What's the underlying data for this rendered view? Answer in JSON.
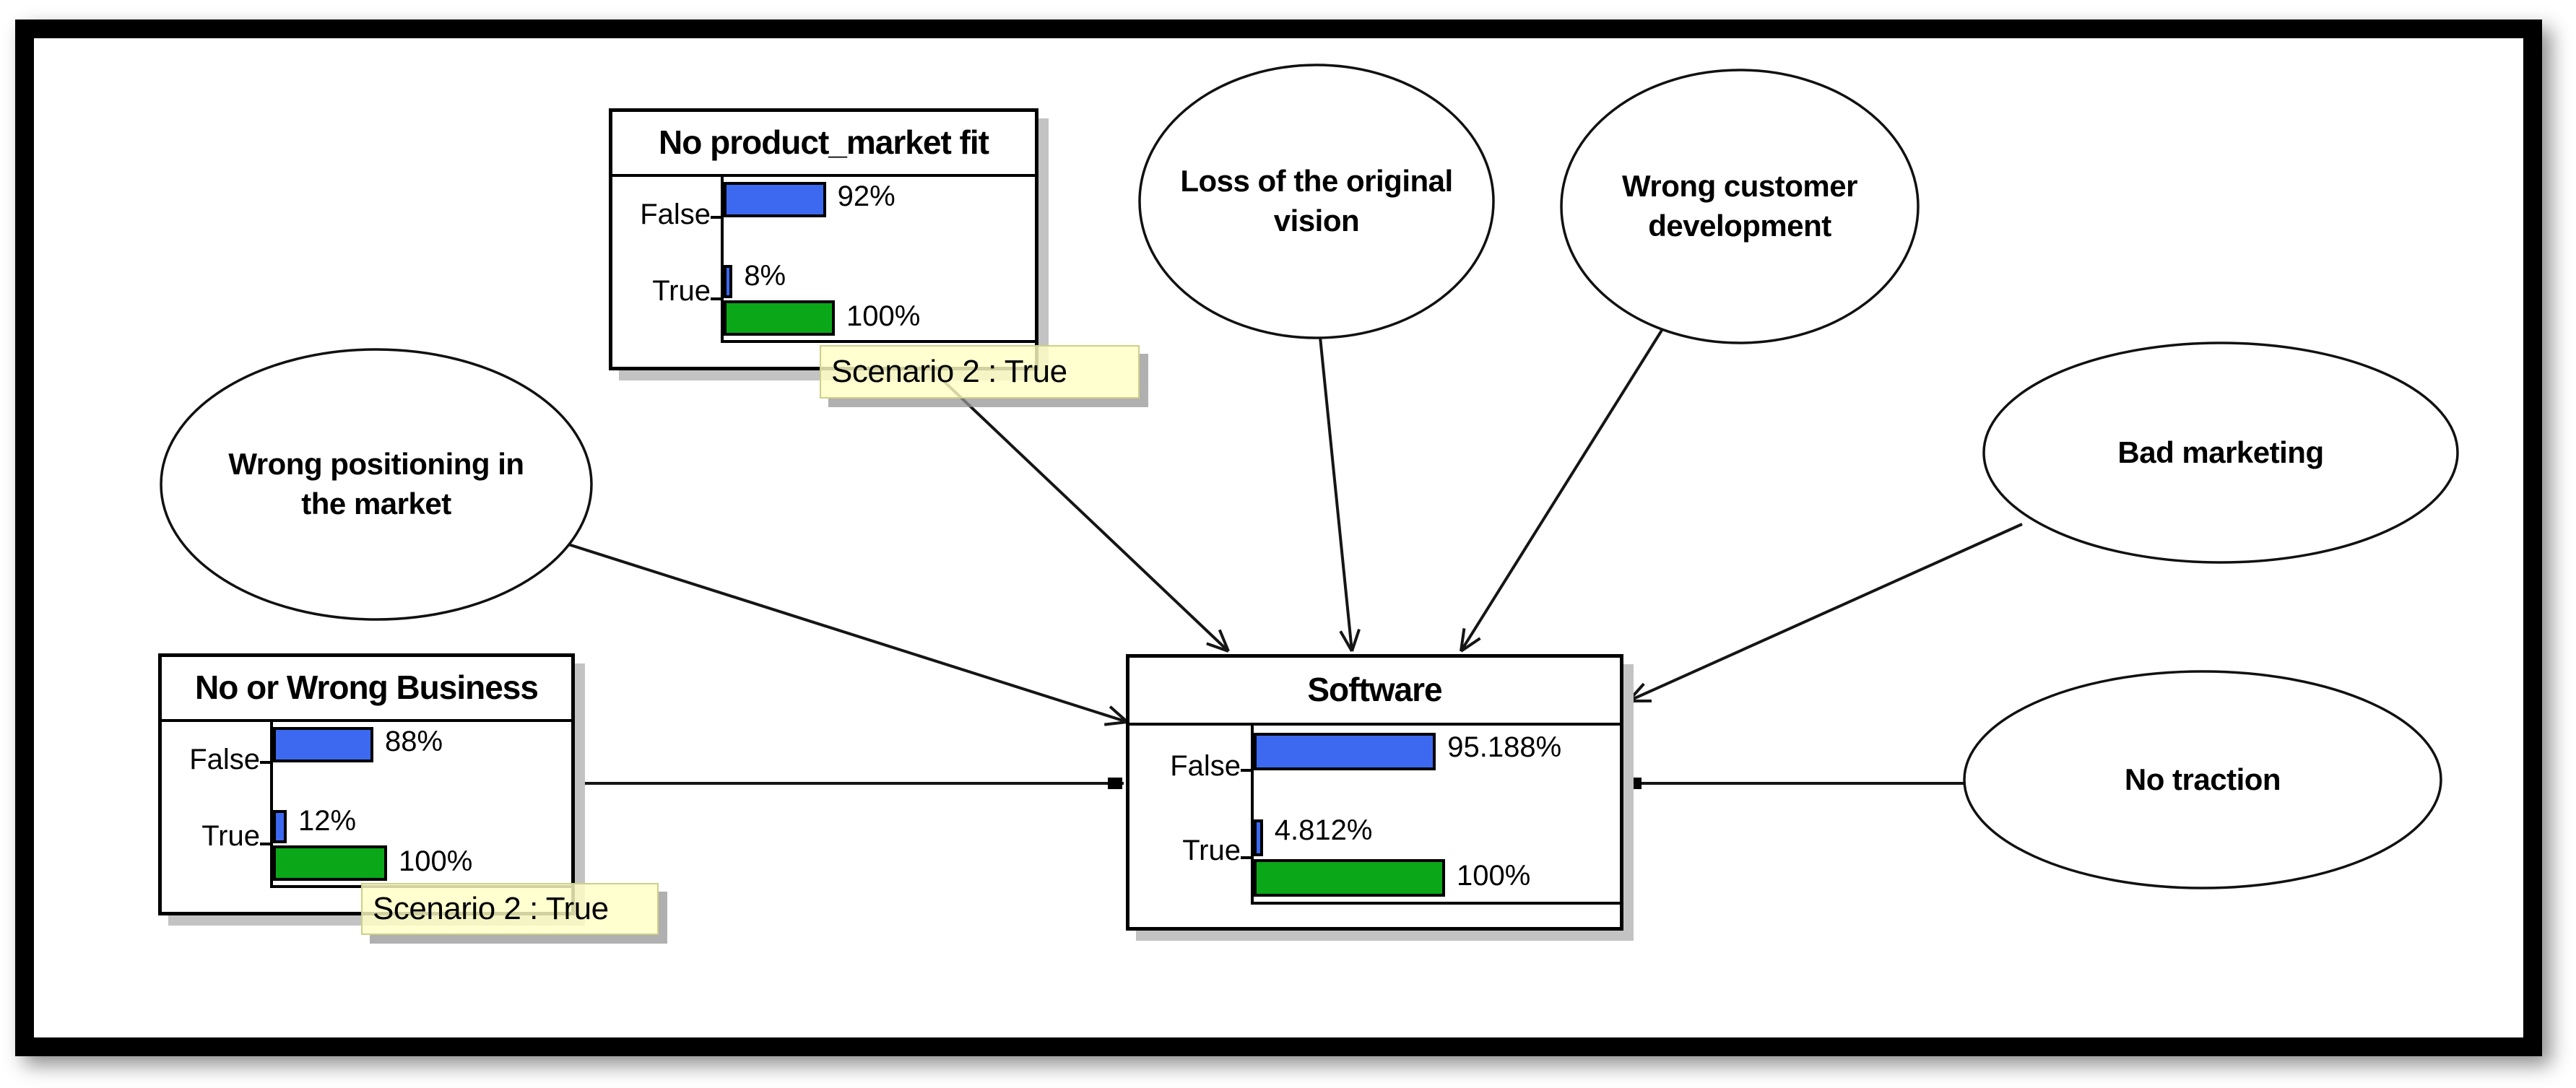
{
  "diagram": {
    "nodes": [
      {
        "id": "no_product_market_fit",
        "title": "No product_market fit",
        "states": [
          {
            "label": "False",
            "value": 92,
            "value_label": "92%",
            "scenario_value": 0,
            "scenario_label": ""
          },
          {
            "label": "True",
            "value": 8,
            "value_label": "8%",
            "scenario_value": 100,
            "scenario_label": "100%"
          }
        ],
        "tooltip": "Scenario 2 : True"
      },
      {
        "id": "no_or_wrong_business",
        "title": "No or Wrong Business",
        "states": [
          {
            "label": "False",
            "value": 88,
            "value_label": "88%",
            "scenario_value": 0,
            "scenario_label": ""
          },
          {
            "label": "True",
            "value": 12,
            "value_label": "12%",
            "scenario_value": 100,
            "scenario_label": "100%"
          }
        ],
        "tooltip": "Scenario 2 : True"
      },
      {
        "id": "software",
        "title": "Software",
        "states": [
          {
            "label": "False",
            "value": 95.188,
            "value_label": "95.188%",
            "scenario_value": 0,
            "scenario_label": ""
          },
          {
            "label": "True",
            "value": 4.812,
            "value_label": "4.812%",
            "scenario_value": 100,
            "scenario_label": "100%"
          }
        ],
        "tooltip": null
      }
    ],
    "ellipses": [
      {
        "id": "loss_of_original_vision",
        "label": "Loss of the original\nvision"
      },
      {
        "id": "wrong_customer_development",
        "label": "Wrong customer\ndevelopment"
      },
      {
        "id": "wrong_positioning",
        "label": "Wrong positioning in\nthe market"
      },
      {
        "id": "bad_marketing",
        "label": "Bad marketing"
      },
      {
        "id": "no_traction",
        "label": "No traction"
      }
    ],
    "edges": [
      {
        "from": "no_or_wrong_business",
        "to": "software"
      },
      {
        "from": "wrong_positioning",
        "to": "software"
      },
      {
        "from": "no_product_market_fit",
        "to": "software"
      },
      {
        "from": "loss_of_original_vision",
        "to": "software"
      },
      {
        "from": "wrong_customer_development",
        "to": "software"
      },
      {
        "from": "bad_marketing",
        "to": "software"
      },
      {
        "from": "software",
        "to": "no_traction"
      }
    ],
    "colors": {
      "bar_blue": "#3c69f0",
      "bar_green": "#0aa718",
      "tooltip_bg": "#ffffc6",
      "shadow": "#c3c3c3",
      "frame": "#000000"
    }
  },
  "chart_data": [
    {
      "type": "bar",
      "title": "No product_market fit",
      "categories": [
        "False",
        "True"
      ],
      "series": [
        {
          "name": "probability",
          "values": [
            92,
            8
          ]
        },
        {
          "name": "scenario_2",
          "values": [
            0,
            100
          ]
        }
      ],
      "unit": "%",
      "xlim": [
        0,
        100
      ],
      "annotation": "Scenario 2 : True"
    },
    {
      "type": "bar",
      "title": "No or Wrong Business",
      "categories": [
        "False",
        "True"
      ],
      "series": [
        {
          "name": "probability",
          "values": [
            88,
            12
          ]
        },
        {
          "name": "scenario_2",
          "values": [
            0,
            100
          ]
        }
      ],
      "unit": "%",
      "xlim": [
        0,
        100
      ],
      "annotation": "Scenario 2 : True"
    },
    {
      "type": "bar",
      "title": "Software",
      "categories": [
        "False",
        "True"
      ],
      "series": [
        {
          "name": "probability",
          "values": [
            95.188,
            4.812
          ]
        },
        {
          "name": "scenario_2",
          "values": [
            0,
            100
          ]
        }
      ],
      "unit": "%",
      "xlim": [
        0,
        100
      ],
      "annotation": ""
    }
  ]
}
